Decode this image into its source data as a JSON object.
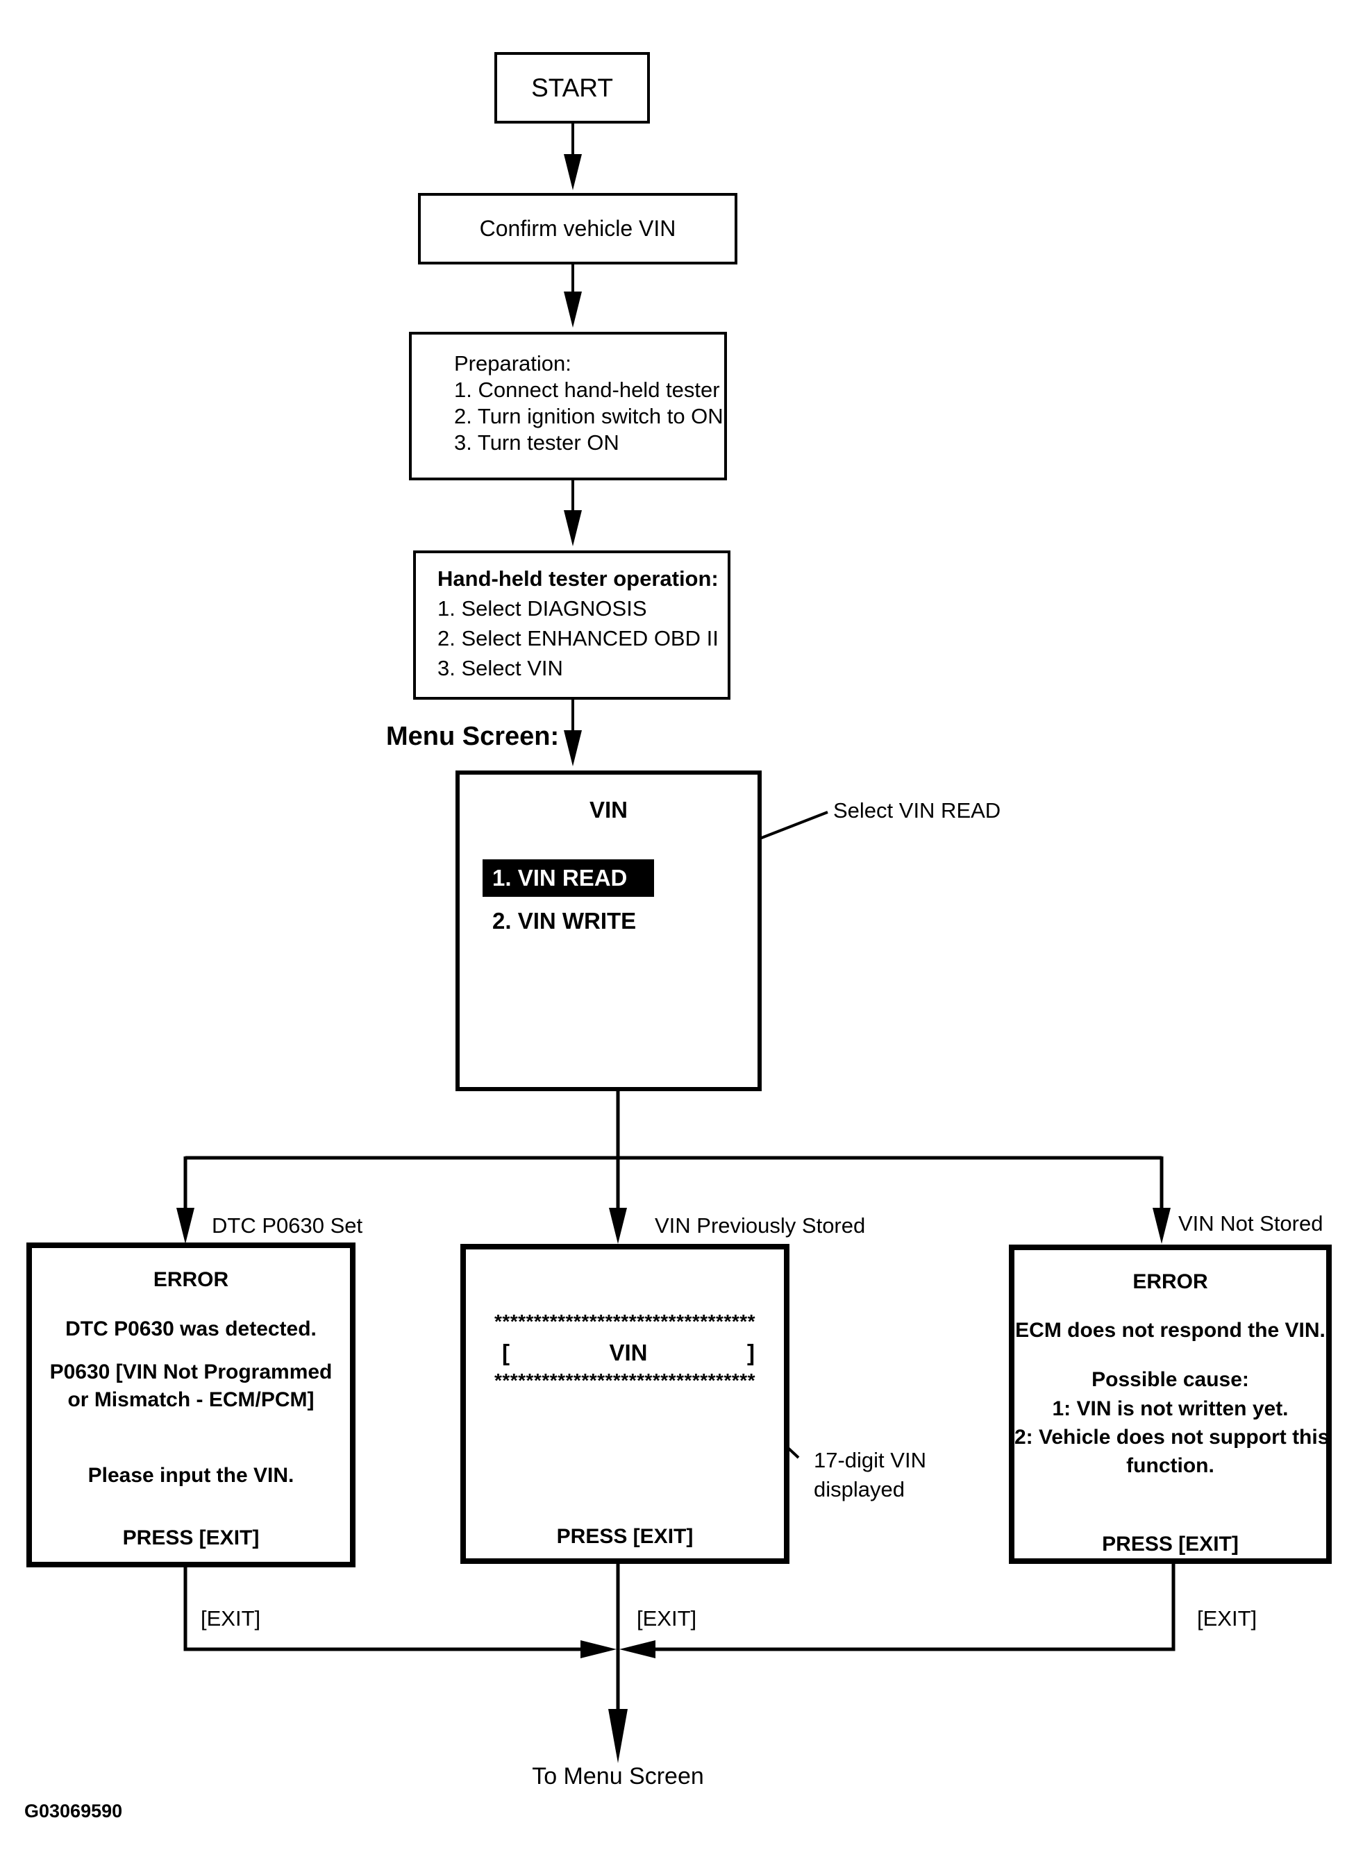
{
  "figure_code": "G03069590",
  "flow": {
    "start": "START",
    "confirm": "Confirm vehicle VIN",
    "preparation": {
      "lines": [
        "Preparation:",
        "1. Connect hand-held tester",
        "2. Turn ignition switch to ON",
        "3. Turn tester ON"
      ]
    },
    "tester_operation": {
      "title": "Hand-held tester operation:",
      "lines": [
        "1. Select DIAGNOSIS",
        "2. Select ENHANCED OBD II",
        "3. Select VIN"
      ]
    },
    "menu_screen_heading": "Menu Screen:",
    "menu": {
      "title": "VIN",
      "items": [
        "1. VIN READ",
        "2. VIN WRITE"
      ],
      "callout": "Select VIN READ"
    },
    "branches": {
      "left": "DTC P0630 Set",
      "center": "VIN Previously Stored",
      "right": "VIN Not Stored"
    },
    "error_dtc": {
      "title": "ERROR",
      "lines": [
        "DTC P0630 was detected.",
        "P0630  [VIN Not Programmed",
        "or Mismatch - ECM/PCM]",
        "Please input the VIN."
      ],
      "press": "PRESS [EXIT]"
    },
    "vin_screen": {
      "stars": "*********************************",
      "bracket_open": "[",
      "label": "VIN",
      "bracket_close": "]",
      "press": "PRESS [EXIT]",
      "callout_line1": "17-digit VIN",
      "callout_line2": "displayed"
    },
    "error_ecm": {
      "title": "ERROR",
      "lines": [
        "ECM does not respond the VIN.",
        "Possible cause:",
        "1: VIN is not written yet.",
        "2: Vehicle does not support this",
        "function."
      ],
      "press": "PRESS [EXIT]"
    },
    "exits": {
      "left": "[EXIT]",
      "center": "[EXIT]",
      "right": "[EXIT]"
    },
    "to_menu": "To Menu Screen"
  },
  "colors": {
    "ink": "#000000",
    "paper": "#ffffff",
    "highlight_bg": "#000000",
    "highlight_text": "#ffffff"
  }
}
